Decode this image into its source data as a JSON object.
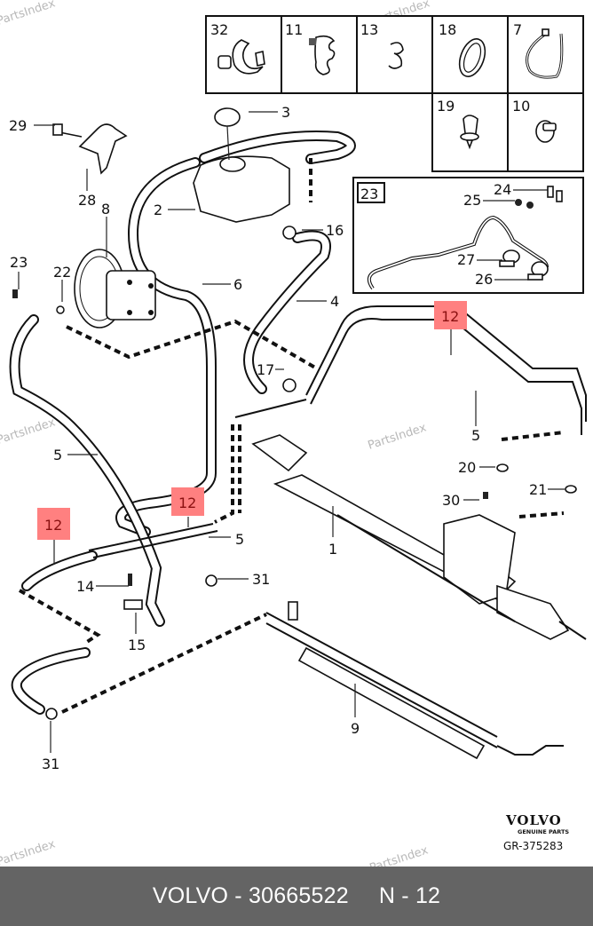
{
  "diagram": {
    "brand": "VOLVO",
    "brand_sub": "GENUINE PARTS",
    "drawing_code": "GR-375283",
    "watermark": "PartsIndex",
    "highlight_color": "#ff8080",
    "inset_parts": [
      {
        "number": "32"
      },
      {
        "number": "11"
      },
      {
        "number": "13"
      },
      {
        "number": "18"
      },
      {
        "number": "7"
      },
      {
        "number": "19"
      },
      {
        "number": "10"
      }
    ],
    "kit_box": {
      "number": "23",
      "items": [
        "24",
        "25",
        "27",
        "26"
      ]
    },
    "callouts": {
      "c1": "1",
      "c2": "2",
      "c3": "3",
      "c4": "4",
      "c5a": "5",
      "c5b": "5",
      "c5c": "5",
      "c6": "6",
      "c8": "8",
      "c9": "9",
      "c12a": "12",
      "c12b": "12",
      "c12c": "12",
      "c14": "14",
      "c15": "15",
      "c16": "16",
      "c17": "17",
      "c20": "20",
      "c21": "21",
      "c22": "22",
      "c23": "23",
      "c28": "28",
      "c29": "29",
      "c30": "30",
      "c31a": "31",
      "c31b": "31"
    }
  },
  "footer": {
    "brand": "VOLVO",
    "separator": "-",
    "part_number": "30665522",
    "position_label": "N",
    "position_number": "12"
  }
}
